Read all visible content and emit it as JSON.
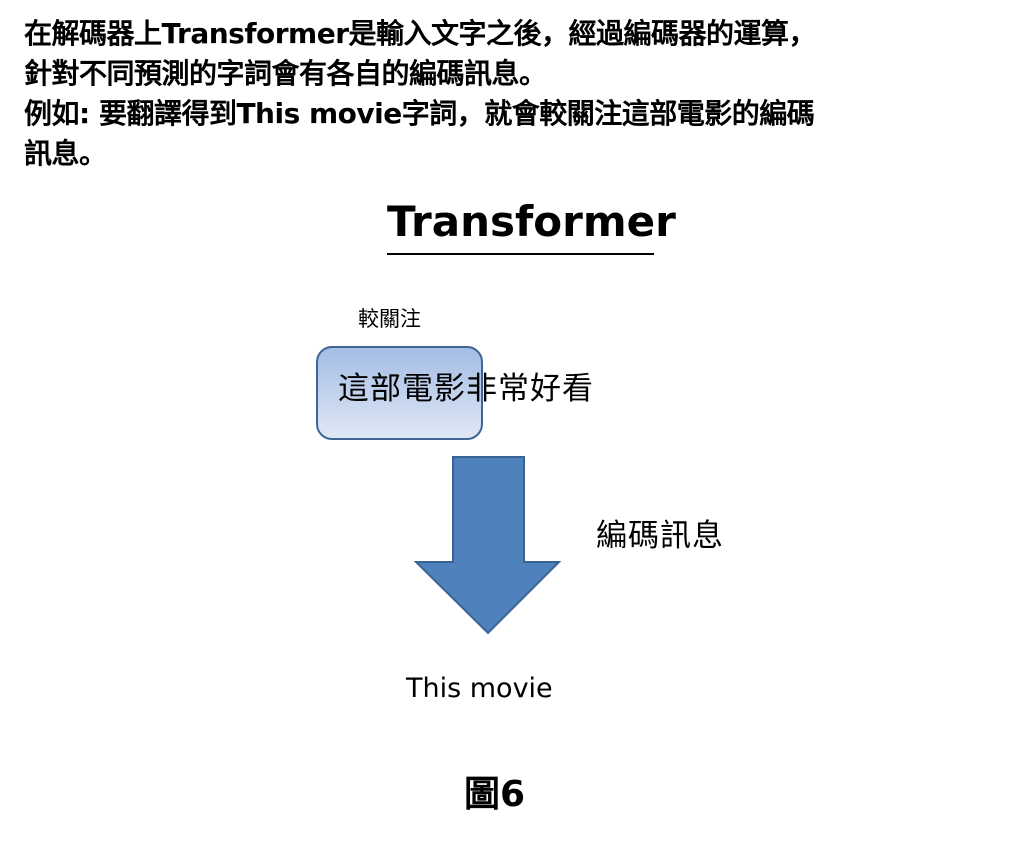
{
  "intro": {
    "lines": [
      "在解碼器上Transformer是輸入文字之後，經過編碼器的運算，",
      "針對不同預測的字詞會有各自的編碼訊息。",
      "例如: 要翻譯得到This movie字詞，就會較關注這部電影的編碼",
      "訊息。"
    ]
  },
  "diagram": {
    "title": "Transformer",
    "attention_label": "較關注",
    "input_sentence": "這部電影非常好看",
    "highlighted_span": "這部電影",
    "arrow_label": "編碼訊息",
    "output": "This movie",
    "colors": {
      "box_border": "#3f6596",
      "box_fill_top": "#a3bde4",
      "box_fill_bottom": "#dfe7f5",
      "arrow_fill": "#4f81bd",
      "arrow_border": "#3a6395"
    }
  },
  "caption": "圖6"
}
